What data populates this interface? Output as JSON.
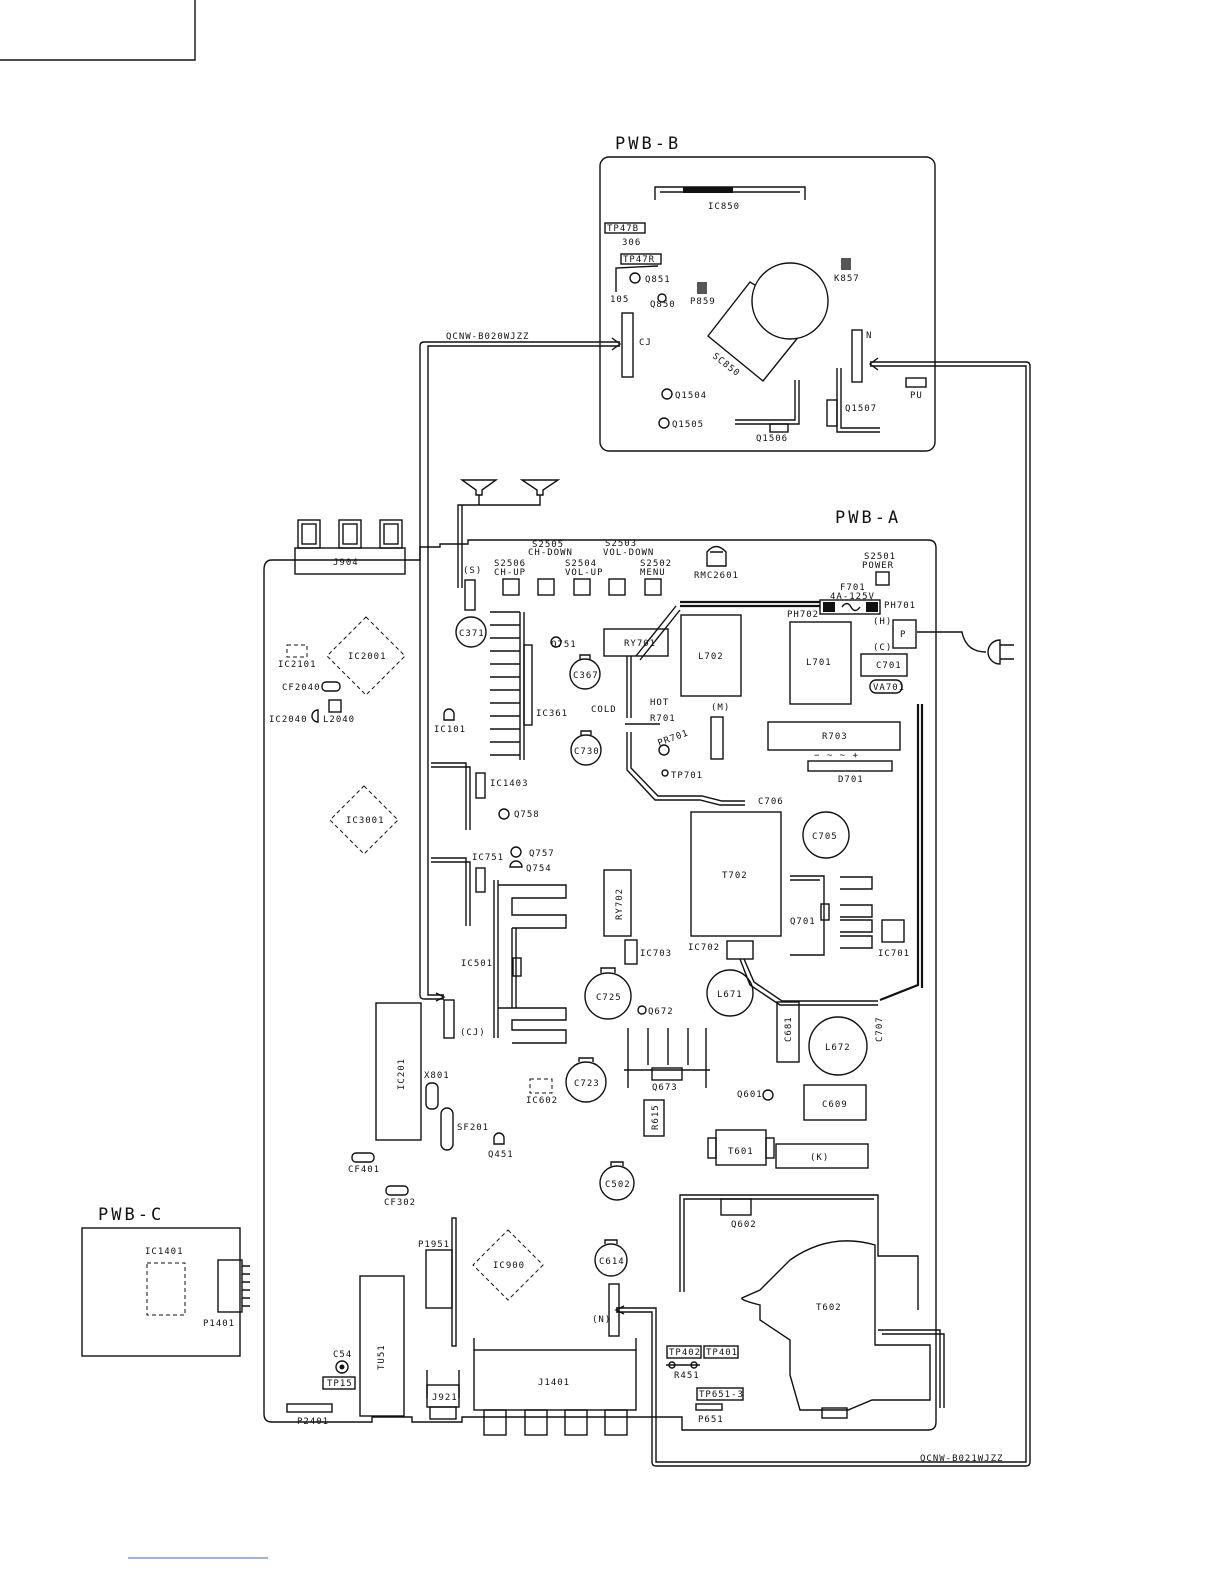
{
  "boards": {
    "pwb_a": "PWB-A",
    "pwb_b": "PWB-B",
    "pwb_c": "PWB-C"
  },
  "cables": {
    "b020": "QCNW-B020WJZZ",
    "b021": "QCNW-B021WJZZ"
  },
  "pwb_b": {
    "ic850": "IC850",
    "tp47b": "TP47B",
    "n306": "306",
    "tp47r": "TP47R",
    "q851": "Q851",
    "n105": "105",
    "q850": "Q850",
    "p859": "P859",
    "k857": "K857",
    "cj": "CJ",
    "n": "N",
    "sc850": "SC850",
    "q1504": "Q1504",
    "q1505": "Q1505",
    "q1506": "Q1506",
    "q1507": "Q1507",
    "pu": "PU"
  },
  "pwb_c": {
    "ic1401": "IC1401",
    "p1401": "P1401"
  },
  "pwb_a": {
    "j904": "J904",
    "s": "(S)",
    "s2505": "S2505",
    "ch_down": "CH-DOWN",
    "s2503": "S2503",
    "vol_down": "VOL-DOWN",
    "s2506": "S2506",
    "ch_up": "CH-UP",
    "s2504": "S2504",
    "vol_up": "VOL-UP",
    "s2502": "S2502",
    "menu": "MENU",
    "rmc2601": "RMC2601",
    "s2501": "S2501",
    "power": "POWER",
    "f701": "F701",
    "f701_rating": "4A-125V",
    "ph701": "PH701",
    "ph702": "PH702",
    "h": "(H)",
    "c_conn": "(C)",
    "p": "P",
    "c371": "C371",
    "ic2101": "IC2101",
    "ic2001": "IC2001",
    "cf2040": "CF2040",
    "ic2040": "IC2040",
    "l2040": "L2040",
    "ic101": "IC101",
    "q751": "Q751",
    "c367": "C367",
    "ry701": "RY701",
    "l702": "L702",
    "l701": "L701",
    "c701": "C701",
    "va701": "VA701",
    "ic361": "IC361",
    "hot": "HOT",
    "cold": "COLD",
    "r701": "R701",
    "m": "(M)",
    "r703": "R703",
    "d701_signs": "−   ~   ~   +",
    "d701": "D701",
    "pr701": "PR701",
    "tp701": "TP701",
    "c730": "C730",
    "c706": "C706",
    "ic1403": "IC1403",
    "q758": "Q758",
    "ic3001": "IC3001",
    "c705": "C705",
    "ic751": "IC751",
    "q757": "Q757",
    "q754": "Q754",
    "t702": "T702",
    "ry702": "RY702",
    "q701": "Q701",
    "ic701": "IC701",
    "ic702": "IC702",
    "ic703": "IC703",
    "ic501": "IC501",
    "c725": "C725",
    "l671": "L671",
    "q672": "Q672",
    "cj": "(CJ)",
    "c681": "C681",
    "l672": "L672",
    "c707": "C707",
    "ic201": "IC201",
    "x801": "X801",
    "c723": "C723",
    "ic602": "IC602",
    "q673": "Q673",
    "q601": "Q601",
    "c609": "C609",
    "r615": "R615",
    "sf201": "SF201",
    "q451": "Q451",
    "t601": "T601",
    "k": "(K)",
    "cf401": "CF401",
    "c502": "C502",
    "cf302": "CF302",
    "q602": "Q602",
    "p1951": "P1951",
    "ic900": "IC900",
    "c614": "C614",
    "t602": "T602",
    "n_conn": "(N)",
    "tp402": "TP402",
    "tp401": "TP401",
    "r451": "R451",
    "c54": "C54",
    "tp15": "TP15",
    "tu51": "TU51",
    "j1401": "J1401",
    "j921": "J921",
    "tp651_3": "TP651-3",
    "p651": "P651",
    "p2401": "P2401"
  }
}
